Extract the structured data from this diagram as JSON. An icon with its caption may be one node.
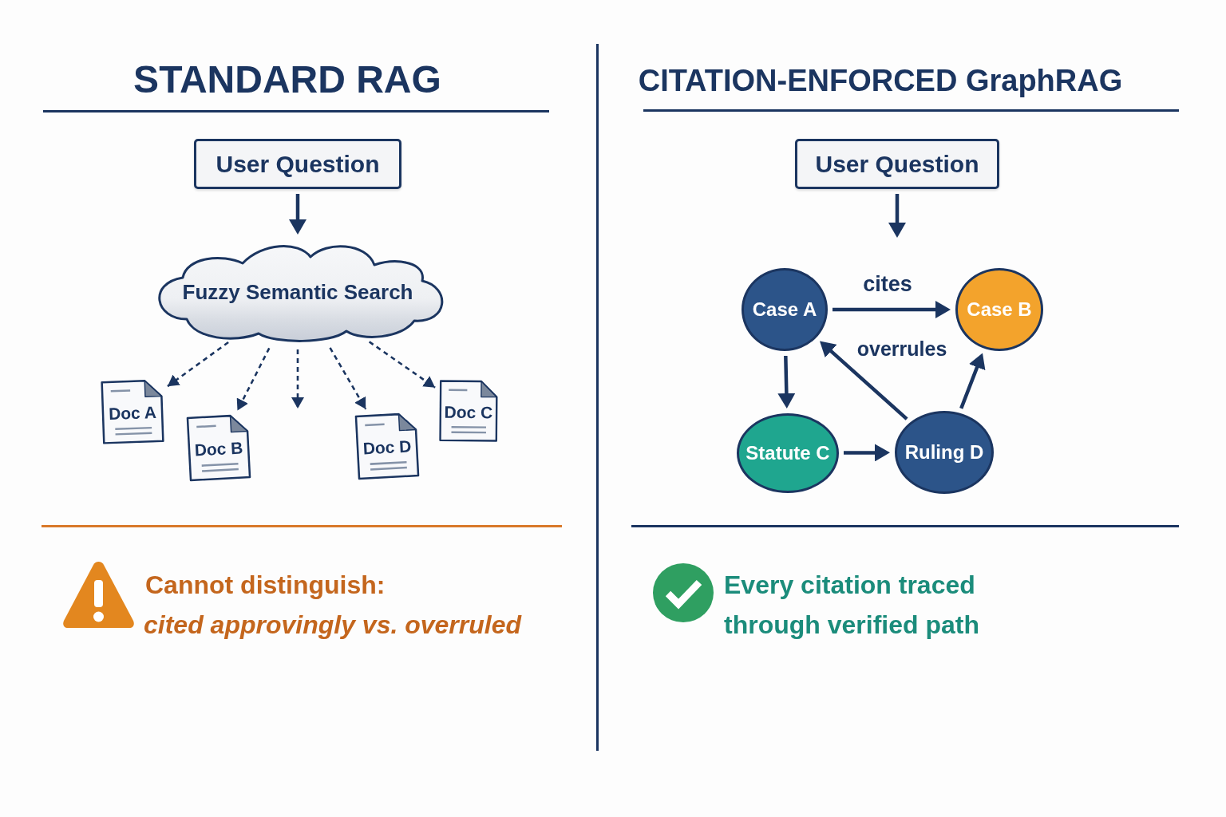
{
  "diagram": {
    "nodes": [
      {
        "text": [
          "User Question"
        ]
      },
      {
        "text": [
          "Fuzzy Semantic Search"
        ]
      },
      {
        "text": [
          "Doc A"
        ]
      },
      {
        "text": [
          "Doc B"
        ]
      },
      {
        "text": [
          "Doc D"
        ]
      },
      {
        "text": [
          "Doc C"
        ]
      },
      {
        "text": [
          "User Question"
        ]
      },
      {
        "text": [
          "Case A"
        ]
      },
      {
        "text": [
          "Case B"
        ]
      },
      {
        "text": [
          "Statute C"
        ]
      },
      {
        "text": [
          "Ruling D"
        ]
      }
    ],
    "edges": [
      {
        "from": 0,
        "to": 1,
        "arrow": "to"
      },
      {
        "from": 1,
        "to": 2,
        "arrow": "to",
        "style": "dashed"
      },
      {
        "from": 1,
        "to": 3,
        "arrow": "to",
        "style": "dashed"
      },
      {
        "from": 1,
        "to": null,
        "arrow": "to",
        "style": "dashed"
      },
      {
        "from": 1,
        "to": 4,
        "arrow": "to",
        "style": "dashed"
      },
      {
        "from": 1,
        "to": 5,
        "arrow": "to",
        "style": "dashed"
      },
      {
        "from": 6,
        "to": null,
        "arrow": "to"
      },
      {
        "from": 7,
        "to": 8,
        "arrow": "to",
        "label": "cites"
      },
      {
        "from": 10,
        "to": 7,
        "arrow": "to",
        "label": "overrules"
      },
      {
        "from": 7,
        "to": 9,
        "arrow": "to"
      },
      {
        "from": 9,
        "to": 10,
        "arrow": "to"
      },
      {
        "from": 10,
        "to": 8,
        "arrow": "to"
      }
    ],
    "labels": [
      "STANDARD RAG",
      "CITATION-ENFORCED GraphRAG",
      "Cannot distinguish:",
      "cited approvingly vs. overruled",
      "Every citation traced through verified path"
    ]
  }
}
